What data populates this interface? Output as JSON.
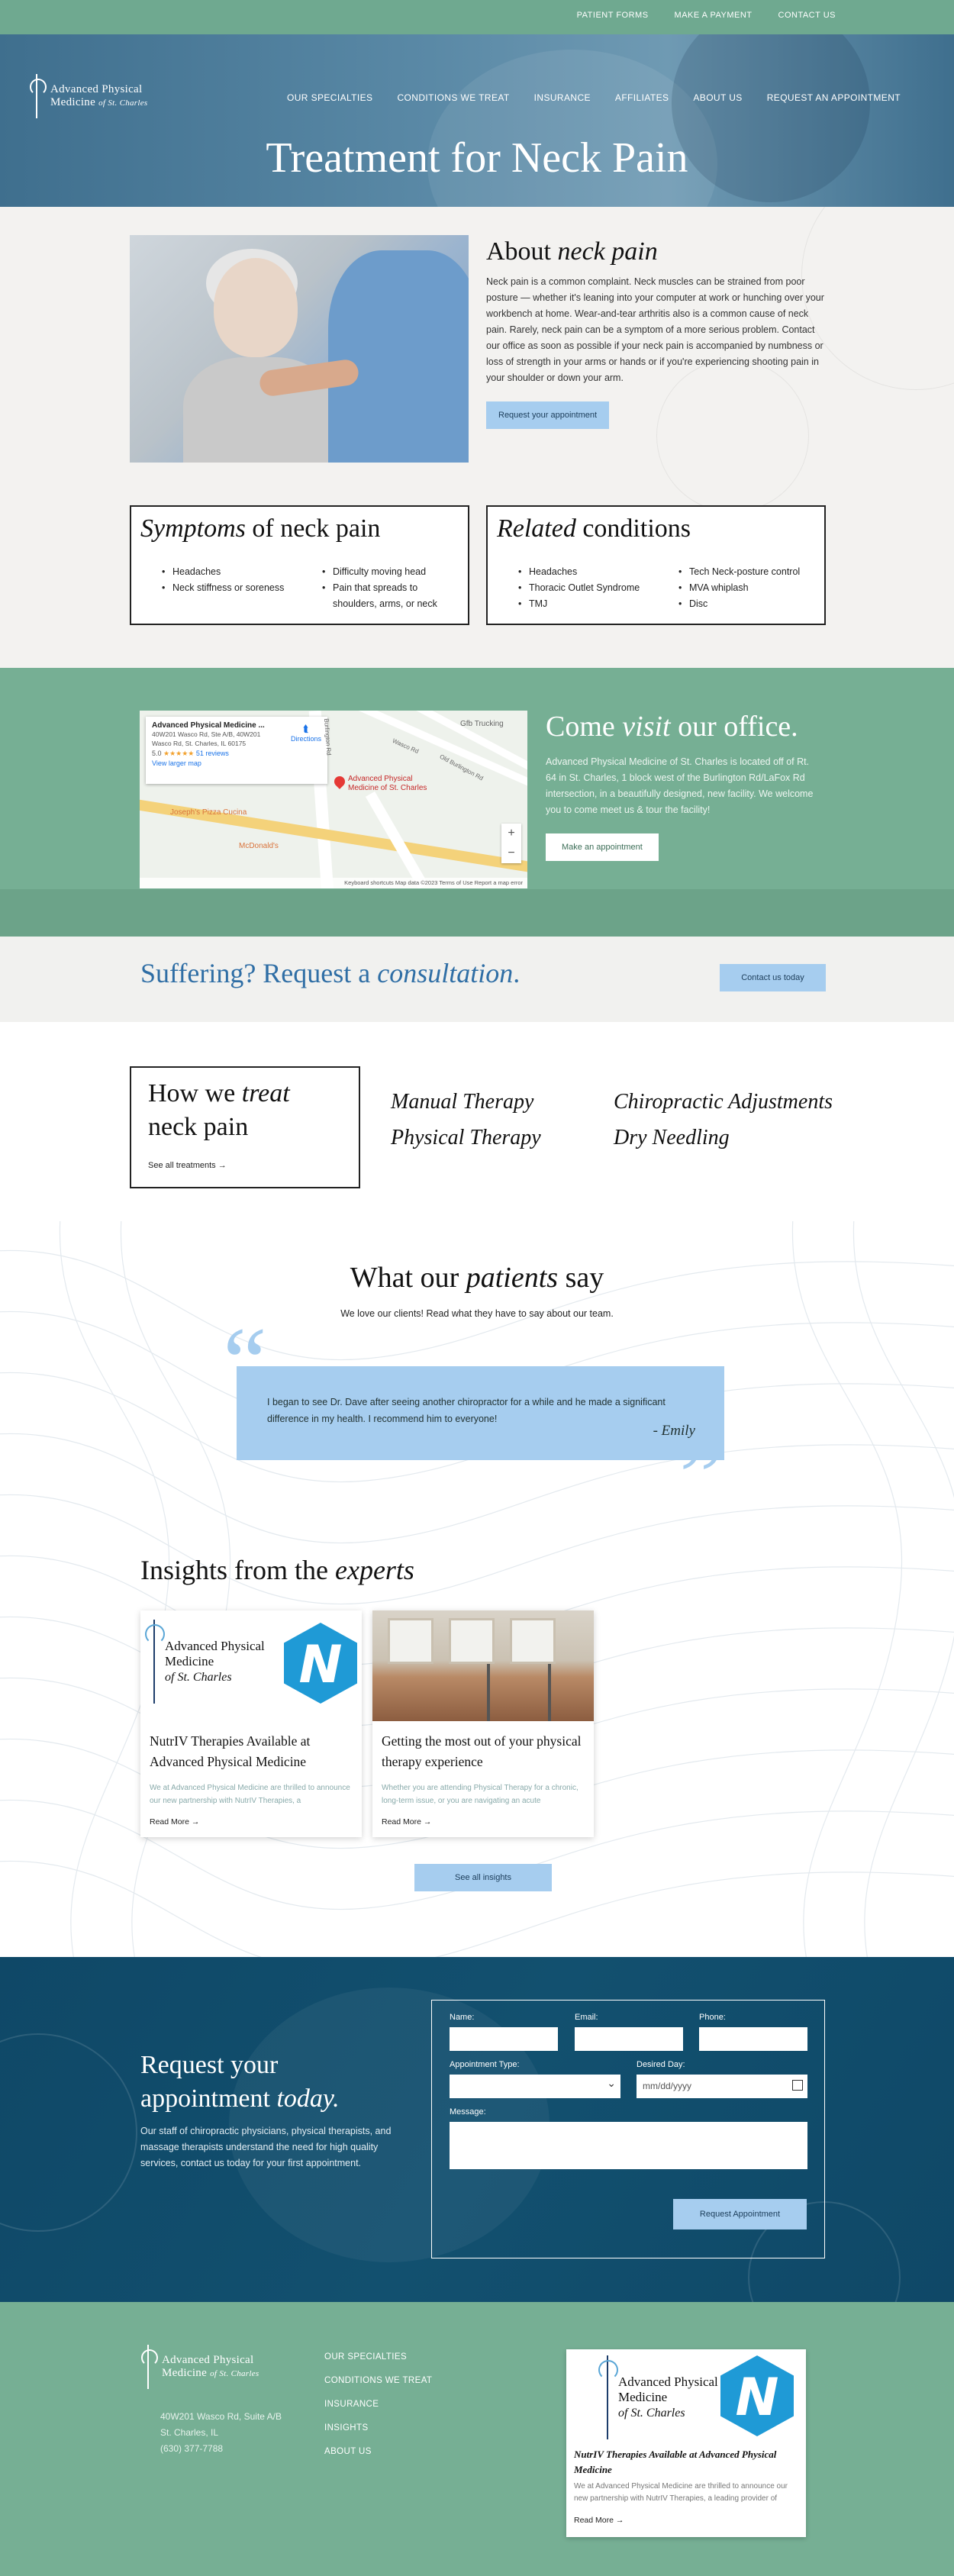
{
  "topbar": {
    "links": [
      "PATIENT FORMS",
      "MAKE A PAYMENT",
      "CONTACT US"
    ]
  },
  "brand": {
    "line1": "Advanced Physical",
    "line2": "Medicine",
    "line2_suffix": "of St. Charles"
  },
  "nav": {
    "items": [
      "OUR SPECIALTIES",
      "CONDITIONS WE TREAT",
      "INSURANCE",
      "AFFILIATES",
      "ABOUT US",
      "REQUEST AN APPOINTMENT"
    ]
  },
  "hero": {
    "title": "Treatment for Neck Pain"
  },
  "about": {
    "title_plain": "About ",
    "title_italic": "neck pain",
    "body": "Neck pain is a common complaint. Neck muscles can be strained from poor posture — whether it's leaning into your computer at work or hunching over your workbench at home. Wear-and-tear arthritis also is a common cause of neck pain. Rarely, neck pain can be a symptom of a more serious problem. Contact our office as soon as possible if your neck pain is accompanied by numbness or loss of strength in your arms or hands or if you're experiencing shooting pain in your shoulder or down your arm.",
    "button": "Request your appointment"
  },
  "symptoms": {
    "title_italic": "Symptoms",
    "title_plain": " of neck pain",
    "col1": [
      "Headaches",
      "Neck stiffness or soreness"
    ],
    "col2": [
      "Difficulty moving head",
      "Pain that spreads to shoulders, arms, or neck"
    ]
  },
  "related": {
    "title_italic": "Related",
    "title_plain": " conditions",
    "col1": [
      "Headaches",
      "Thoracic Outlet Syndrome",
      "TMJ"
    ],
    "col2": [
      "Tech Neck-posture control",
      "MVA whiplash",
      "Disc"
    ]
  },
  "map": {
    "place": "Advanced Physical Medicine ...",
    "address1": "40W201 Wasco Rd, Ste A/B, 40W201",
    "address2": "Wasco Rd, St. Charles, IL 60175",
    "rating": "5.0",
    "stars": "★★★★★",
    "reviews": "51 reviews",
    "larger": "View larger map",
    "directions": "Directions",
    "pin_label1": "Advanced Physical",
    "pin_label2": "Medicine of St. Charles",
    "poi1": "Gfb Trucking",
    "poi2": "Joseph's Pizza Cucina",
    "poi3": "McDonald's",
    "road1": "Wasco Rd",
    "road2": "Old Burlington Rd",
    "road3": "Burlington Rd",
    "zoom_in": "+",
    "zoom_out": "−",
    "footer": "Keyboard shortcuts   Map data ©2023   Terms of Use   Report a map error"
  },
  "visit": {
    "title_plain1": "Come ",
    "title_italic": "visit",
    "title_plain2": " our office.",
    "body": "Advanced Physical Medicine of St. Charles is located off of Rt. 64 in St. Charles, 1 block west of the Burlington Rd/LaFox Rd intersection, in a beautifully designed, new facility. We welcome you to come meet us & tour the facility!",
    "button": "Make an appointment"
  },
  "consult": {
    "title_plain": "Suffering? Request a ",
    "title_italic": "consultation",
    "title_end": ".",
    "button": "Contact us today"
  },
  "treat": {
    "title_plain1": "How we ",
    "title_italic": "treat",
    "title_plain2": "neck pain",
    "link": "See all treatments →",
    "items": [
      "Manual Therapy",
      "Chiropractic Adjustments",
      "Physical Therapy",
      "Dry Needling"
    ]
  },
  "testimonials": {
    "title_plain1": "What our ",
    "title_italic": "patients",
    "title_plain2": " say",
    "subtitle": "We love our clients! Read what they have to say about our team.",
    "quote": "I began to see Dr. Dave after seeing another chiropractor for a while and he made a significant difference in my health. I recommend him to everyone!",
    "author": "-  Emily"
  },
  "insights": {
    "title_plain": "Insights from the ",
    "title_italic": "experts",
    "posts": [
      {
        "title": "NutrIV Therapies Available at Advanced Physical Medicine",
        "excerpt": "We at Advanced Physical Medicine are thrilled to announce our new partnership with NutrIV Therapies, a",
        "link": "Read More →"
      },
      {
        "title": "Getting the most out of your physical therapy experience",
        "excerpt": "Whether you are attending Physical Therapy for a chronic, long-term issue, or you are navigating an acute",
        "link": "Read More →"
      }
    ],
    "button": "See all insights",
    "hex_letter": "N"
  },
  "appointment": {
    "title_line1": "Request your",
    "title_plain": "appointment ",
    "title_italic": "today.",
    "body": "Our staff of chiropractic physicians, physical therapists, and massage therapists understand the need for high quality services, contact us today for your first appointment.",
    "fields": {
      "name": "Name:",
      "email": "Email:",
      "phone": "Phone:",
      "type": "Appointment Type:",
      "day": "Desired Day:",
      "message": "Message:"
    },
    "date_placeholder": "mm/dd/yyyy",
    "button": "Request Appointment"
  },
  "footer": {
    "address": [
      "40W201 Wasco Rd, Suite A/B",
      "St. Charles, IL",
      "(630) 377-7788"
    ],
    "nav": [
      "OUR SPECIALTIES",
      "CONDITIONS WE TREAT",
      "INSURANCE",
      "INSIGHTS",
      "ABOUT US"
    ],
    "post": {
      "title": "NutrIV Therapies Available at Advanced Physical Medicine",
      "excerpt": "We at Advanced Physical Medicine are thrilled to announce our new partnership with NutrIV Therapies, a leading provider of",
      "link": "Read More →"
    }
  },
  "colors": {
    "green": "#76af94",
    "navy": "#0f4867",
    "light_blue": "#a6cdef",
    "title_blue": "#2f6ea5"
  }
}
